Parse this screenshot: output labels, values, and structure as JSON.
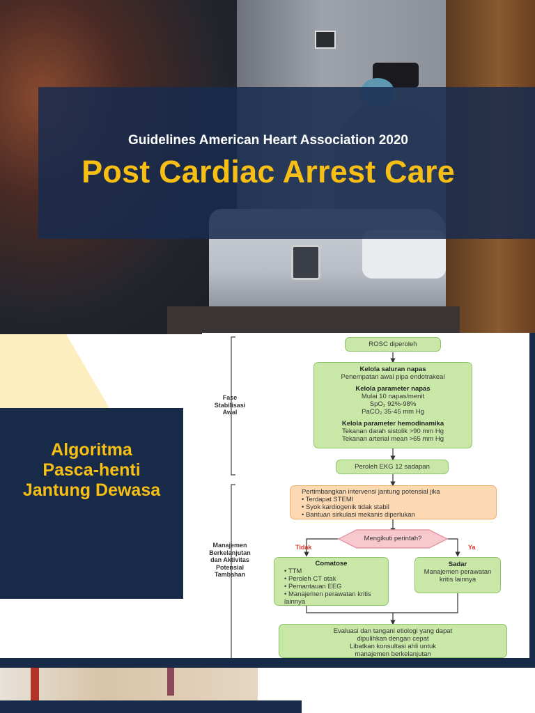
{
  "header": {
    "subtitle": "Guidelines American Heart Association 2020",
    "title": "Post Cardiac Arrest Care"
  },
  "algorithm_panel": {
    "lines": [
      "Algoritma",
      "Pasca-henti",
      "Jantung Dewasa"
    ]
  },
  "flowchart": {
    "phase1_label": "Fase\nStabilisasi\nAwal",
    "phase2_label": "Manajemen\nBerkelanjutan\ndan Aktivitas\nPotensial\nTambahan",
    "rosc": "ROSC diperoleh",
    "airway_title": "Kelola saluran napas",
    "airway_text": "Penempatan awal pipa endotrakeal",
    "resp_title": "Kelola parameter napas",
    "resp_lines": [
      "Mulai 10 napas/menit",
      "SpO₂ 92%-98%",
      "PaCO₂ 35-45 mm Hg"
    ],
    "hemo_title": "Kelola parameter hemodinamika",
    "hemo_lines": [
      "Tekanan darah sistolik >90 mm Hg",
      "Tekanan arterial mean >65 mm Hg"
    ],
    "ekg": "Peroleh EKG 12 sadapan",
    "cardiac_title": "Pertimbangkan intervensi jantung potensial jika",
    "cardiac_items": [
      "Terdapat STEMI",
      "Syok kardiogenik tidak stabil",
      "Bantuan sirkulasi mekanis diperlukan"
    ],
    "decision": "Mengikuti perintah?",
    "no_label": "Tidak",
    "yes_label": "Ya",
    "comatose_title": "Comatose",
    "comatose_items": [
      "TTM",
      "Peroleh CT otak",
      "Pemantauan EEG",
      "Manajemen perawatan kritis lainnya"
    ],
    "aware_title": "Sadar",
    "aware_text": "Manajemen perawatan kritis lainnya",
    "final_lines": [
      "Evaluasi dan tangani etiologi yang dapat",
      "dipulihkan dengan cepat",
      "Libatkan konsultasi ahli untuk",
      "manajemen berkelanjutan"
    ]
  },
  "colors": {
    "navy": "#172a47",
    "gold": "#f7bf16",
    "green_box": "#c9e8a8",
    "orange_box": "#fcd9b2",
    "pink_diamond": "#f7c9cf",
    "branch_red": "#d9362b"
  }
}
